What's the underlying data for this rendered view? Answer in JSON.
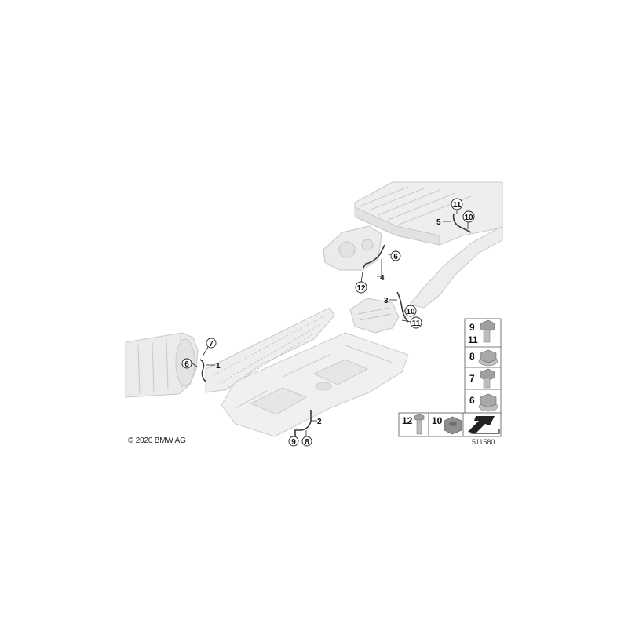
{
  "copyright": "© 2020 BMW AG",
  "drawing_id": "511580",
  "callouts": {
    "c1": "1",
    "c2": "2",
    "c3": "3",
    "c4": "4",
    "c5": "5",
    "c6a": "6",
    "c6b": "6",
    "c7": "7",
    "c8": "8",
    "c9": "9",
    "c10a": "10",
    "c10b": "10",
    "c11a": "11",
    "c11b": "11",
    "c12": "12"
  },
  "legend": {
    "row1_top": "9",
    "row1_bottom": "11",
    "row2": "8",
    "row3": "7",
    "row4": "6",
    "bottom_12": "12",
    "bottom_10": "10"
  }
}
